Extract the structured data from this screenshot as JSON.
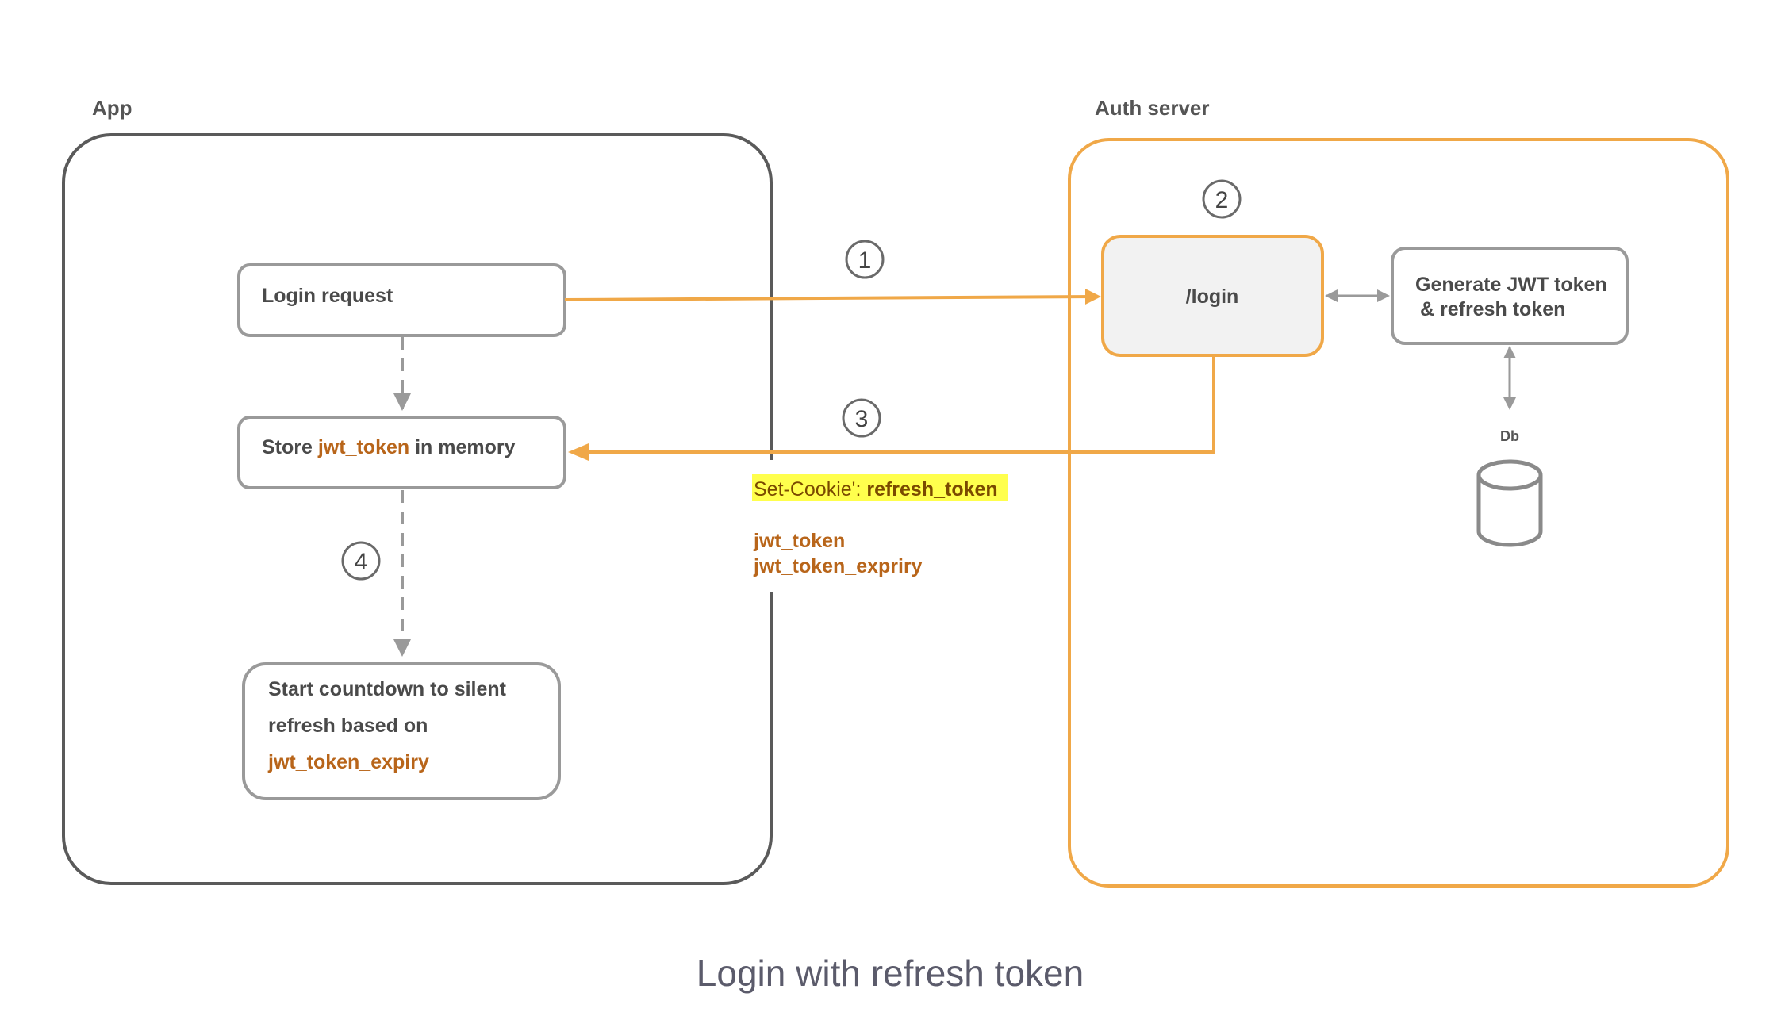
{
  "groups": {
    "app": {
      "label": "App"
    },
    "auth": {
      "label": "Auth server"
    }
  },
  "nodes": {
    "login_request": {
      "label": "Login request"
    },
    "store": {
      "prefix": "Store ",
      "highlight": "jwt_token",
      "suffix": " in memory"
    },
    "countdown": {
      "line1": "Start countdown to silent",
      "line2": "refresh based on",
      "line3": "jwt_token_expiry"
    },
    "login_endpoint": {
      "label": "/login"
    },
    "generate": {
      "line1": "Generate JWT token",
      "line2": "& refresh token"
    },
    "db": {
      "label": "Db"
    }
  },
  "steps": [
    "1",
    "2",
    "3",
    "4"
  ],
  "response": {
    "cookie_prefix": "Set-Cookie': ",
    "cookie_value": "refresh_token",
    "line1": "jwt_token",
    "line2": "jwt_token_expriry"
  },
  "caption": "Login with refresh token",
  "colors": {
    "orange": "#f0a848",
    "gray": "#9a9a9a",
    "dark_border": "#5a5a5a",
    "accent_text": "#b8651a",
    "highlight": "#ffff4d"
  }
}
